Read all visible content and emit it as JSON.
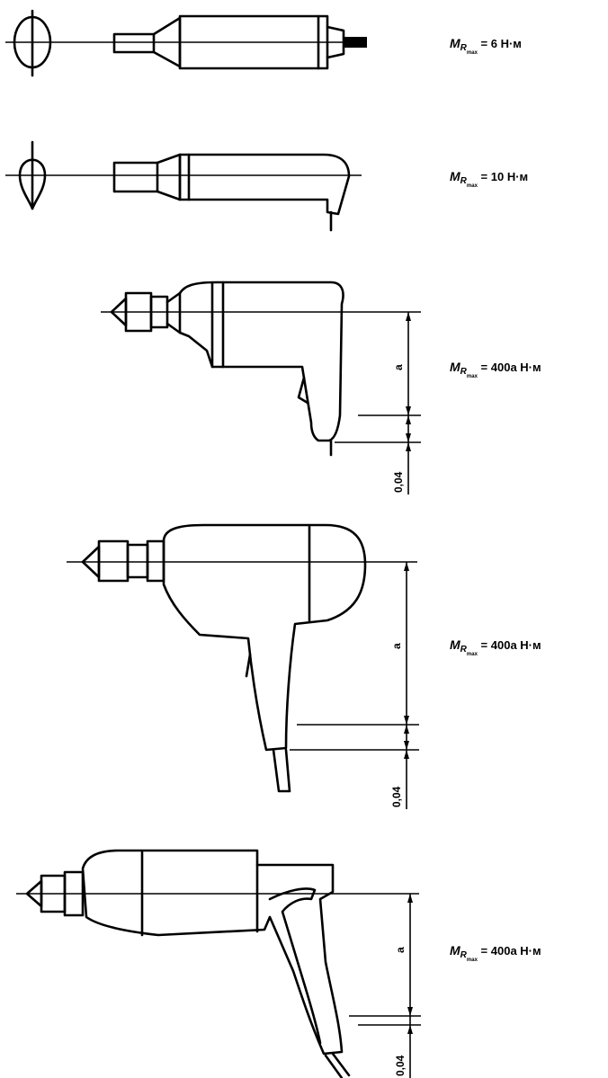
{
  "figures": [
    {
      "id": "straight-tool",
      "moment": {
        "symbol": "M",
        "sub1": "R",
        "sub2": "max",
        "text": "= 6 Н·м"
      },
      "dim_a": "",
      "dim_b": ""
    },
    {
      "id": "angle-tool",
      "moment": {
        "symbol": "M",
        "sub1": "R",
        "sub2": "max",
        "text": "= 10 Н·м"
      },
      "dim_a": "",
      "dim_b": ""
    },
    {
      "id": "pistol-tool-1",
      "moment": {
        "symbol": "M",
        "sub1": "R",
        "sub2": "max",
        "text": "= 400a Н·м"
      },
      "dim_a": "a",
      "dim_b": "0,04"
    },
    {
      "id": "pistol-tool-2",
      "moment": {
        "symbol": "M",
        "sub1": "R",
        "sub2": "max",
        "text": "= 400a Н·м"
      },
      "dim_a": "a",
      "dim_b": "0,04"
    },
    {
      "id": "pistol-tool-3",
      "moment": {
        "symbol": "M",
        "sub1": "R",
        "sub2": "max",
        "text": "= 400a Н·м"
      },
      "dim_a": "a",
      "dim_b": "0,04"
    }
  ]
}
